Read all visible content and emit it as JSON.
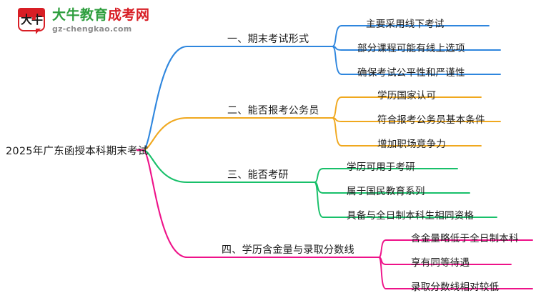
{
  "logo": {
    "mark_text": "大牛",
    "title_primary": "大牛教育",
    "title_secondary": "成考网",
    "subtitle": "gz-chengkao.com"
  },
  "mindmap": {
    "root": {
      "label": "2025年广东函授本科期末考试"
    },
    "branches": [
      {
        "label": "一、期末考试形式",
        "color": "#2E86DE",
        "children": [
          {
            "label": "主要采用线下考试"
          },
          {
            "label": "部分课程可能有线上选项"
          },
          {
            "label": "确保考试公平性和严谨性"
          }
        ]
      },
      {
        "label": "二、能否报考公务员",
        "color": "#F0A81E",
        "children": [
          {
            "label": "学历国家认可"
          },
          {
            "label": "符合报考公务员基本条件"
          },
          {
            "label": "增加职场竞争力"
          }
        ]
      },
      {
        "label": "三、能否考研",
        "color": "#18C06A",
        "children": [
          {
            "label": "学历可用于考研"
          },
          {
            "label": "属于国民教育系列"
          },
          {
            "label": "具备与全日制本科生相同资格"
          }
        ]
      },
      {
        "label": "四、学历含金量与录取分数线",
        "color": "#EE1289",
        "children": [
          {
            "label": "含金量略低于全日制本科"
          },
          {
            "label": "享有同等待遇"
          },
          {
            "label": "录取分数线相对较低"
          }
        ]
      }
    ]
  }
}
